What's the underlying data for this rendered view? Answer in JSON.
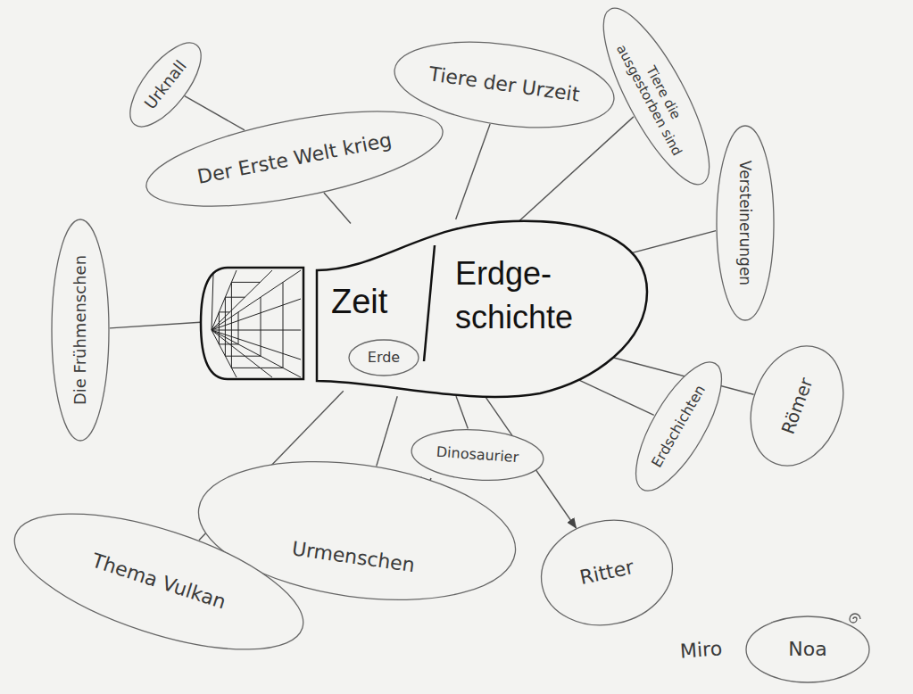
{
  "diagram": {
    "nodes": [
      {
        "text": [
          "Zeit",
          "Erdge- schichte"
        ]
      },
      {
        "text": [
          "Erde"
        ],
        "in": 0
      },
      {
        "text": [
          "Urknall"
        ]
      },
      {
        "text": [
          "Der Erste Welt krieg"
        ]
      },
      {
        "text": [
          "Tiere der Urzeit"
        ]
      },
      {
        "text": [
          "Tiere die ausgestorben sind"
        ]
      },
      {
        "text": [
          "Versteinerungen"
        ]
      },
      {
        "text": [
          "Römer"
        ]
      },
      {
        "text": [
          "Erdschichten"
        ]
      },
      {
        "text": [
          "Ritter"
        ]
      },
      {
        "text": [
          "Dinosaurier"
        ]
      },
      {
        "text": [
          "Urmenschen"
        ]
      },
      {
        "text": [
          "Thema Vulkan"
        ]
      },
      {
        "text": [
          "Die Frühmenschen"
        ]
      },
      {
        "text": [
          "Noa"
        ]
      }
    ],
    "edges": [
      {
        "from": 2,
        "to": 3,
        "arrow": "none"
      },
      {
        "from": 0,
        "to": 3,
        "arrow": "none"
      },
      {
        "from": 0,
        "to": 4,
        "arrow": "none"
      },
      {
        "from": 0,
        "to": 5,
        "arrow": "none"
      },
      {
        "from": 0,
        "to": 6,
        "arrow": "none"
      },
      {
        "from": 0,
        "to": 7,
        "arrow": "none"
      },
      {
        "from": 0,
        "to": 8,
        "arrow": "none"
      },
      {
        "from": 0,
        "to": 9,
        "arrow": "to"
      },
      {
        "from": 0,
        "to": 10,
        "arrow": "none"
      },
      {
        "from": 0,
        "to": 11,
        "arrow": "none"
      },
      {
        "from": 0,
        "to": 12,
        "arrow": "none"
      },
      {
        "from": 0,
        "to": 13,
        "arrow": "none"
      }
    ],
    "labels": [
      "Miro"
    ]
  }
}
